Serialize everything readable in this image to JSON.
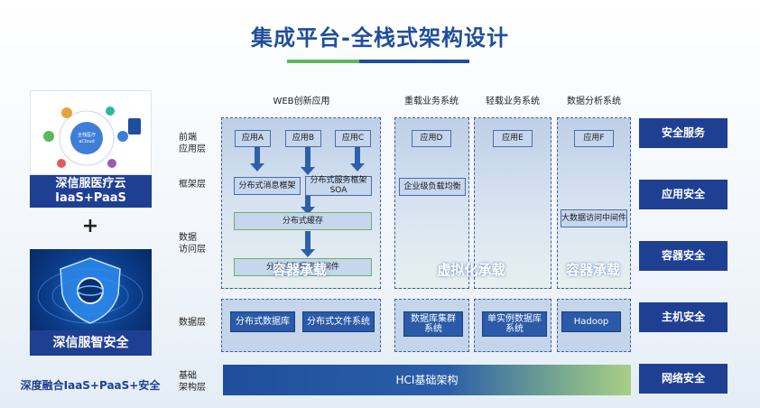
{
  "title": "集成平台-全栈式架构设计",
  "left": {
    "cloud_caption_line1": "深信服医疗云",
    "cloud_caption_line2": "IaaS+PaaS",
    "plus": "+",
    "security_caption": "深信服智安全",
    "fusion_text": "深度融合IaaS+PaaS+安全"
  },
  "layers": {
    "frontend": "前端\n应用层",
    "framework": "框架层",
    "data_access": "数据\n访问层",
    "data": "数据层",
    "infra": "基础\n架构层"
  },
  "columns": {
    "web": "WEB创新应用",
    "heavy": "重载业务系统",
    "light": "轻载业务系统",
    "analytics": "数据分析系统"
  },
  "boxes": {
    "app_a": "应用A",
    "app_b": "应用B",
    "app_c": "应用C",
    "app_d": "应用D",
    "app_e": "应用E",
    "app_f": "应用F",
    "msg_framework": "分布式消息框架",
    "soa_line1": "分布式服务框架",
    "soa_line2": "SOA",
    "load_balance": "企业级负载均衡",
    "dist_cache": "分布式缓存",
    "dist_db_mw": "分布式数据库中间件",
    "bigdata_mw": "大数据访问中间件",
    "dist_db": "分布式数据库",
    "dist_fs": "分布式文件系统",
    "db_cluster_line1": "数据库集群",
    "db_cluster_line2": "系统",
    "single_db_line1": "单实例数据库",
    "single_db_line2": "系统",
    "hadoop": "Hadoop"
  },
  "overlays": {
    "container1": "容器承载",
    "virtual": "虚拟化承载",
    "container2": "容器承载"
  },
  "security": [
    "安全服务",
    "应用安全",
    "容器安全",
    "主机安全",
    "网络安全"
  ],
  "hci": "HCI基础架构",
  "cloud_diagram": {
    "center_line1": "全栈医疗",
    "center_line2": "aCloud"
  },
  "colors": {
    "brand_blue": "#1f3f93",
    "title_blue": "#1f4e9c",
    "accent_green": "#5cb85c"
  }
}
